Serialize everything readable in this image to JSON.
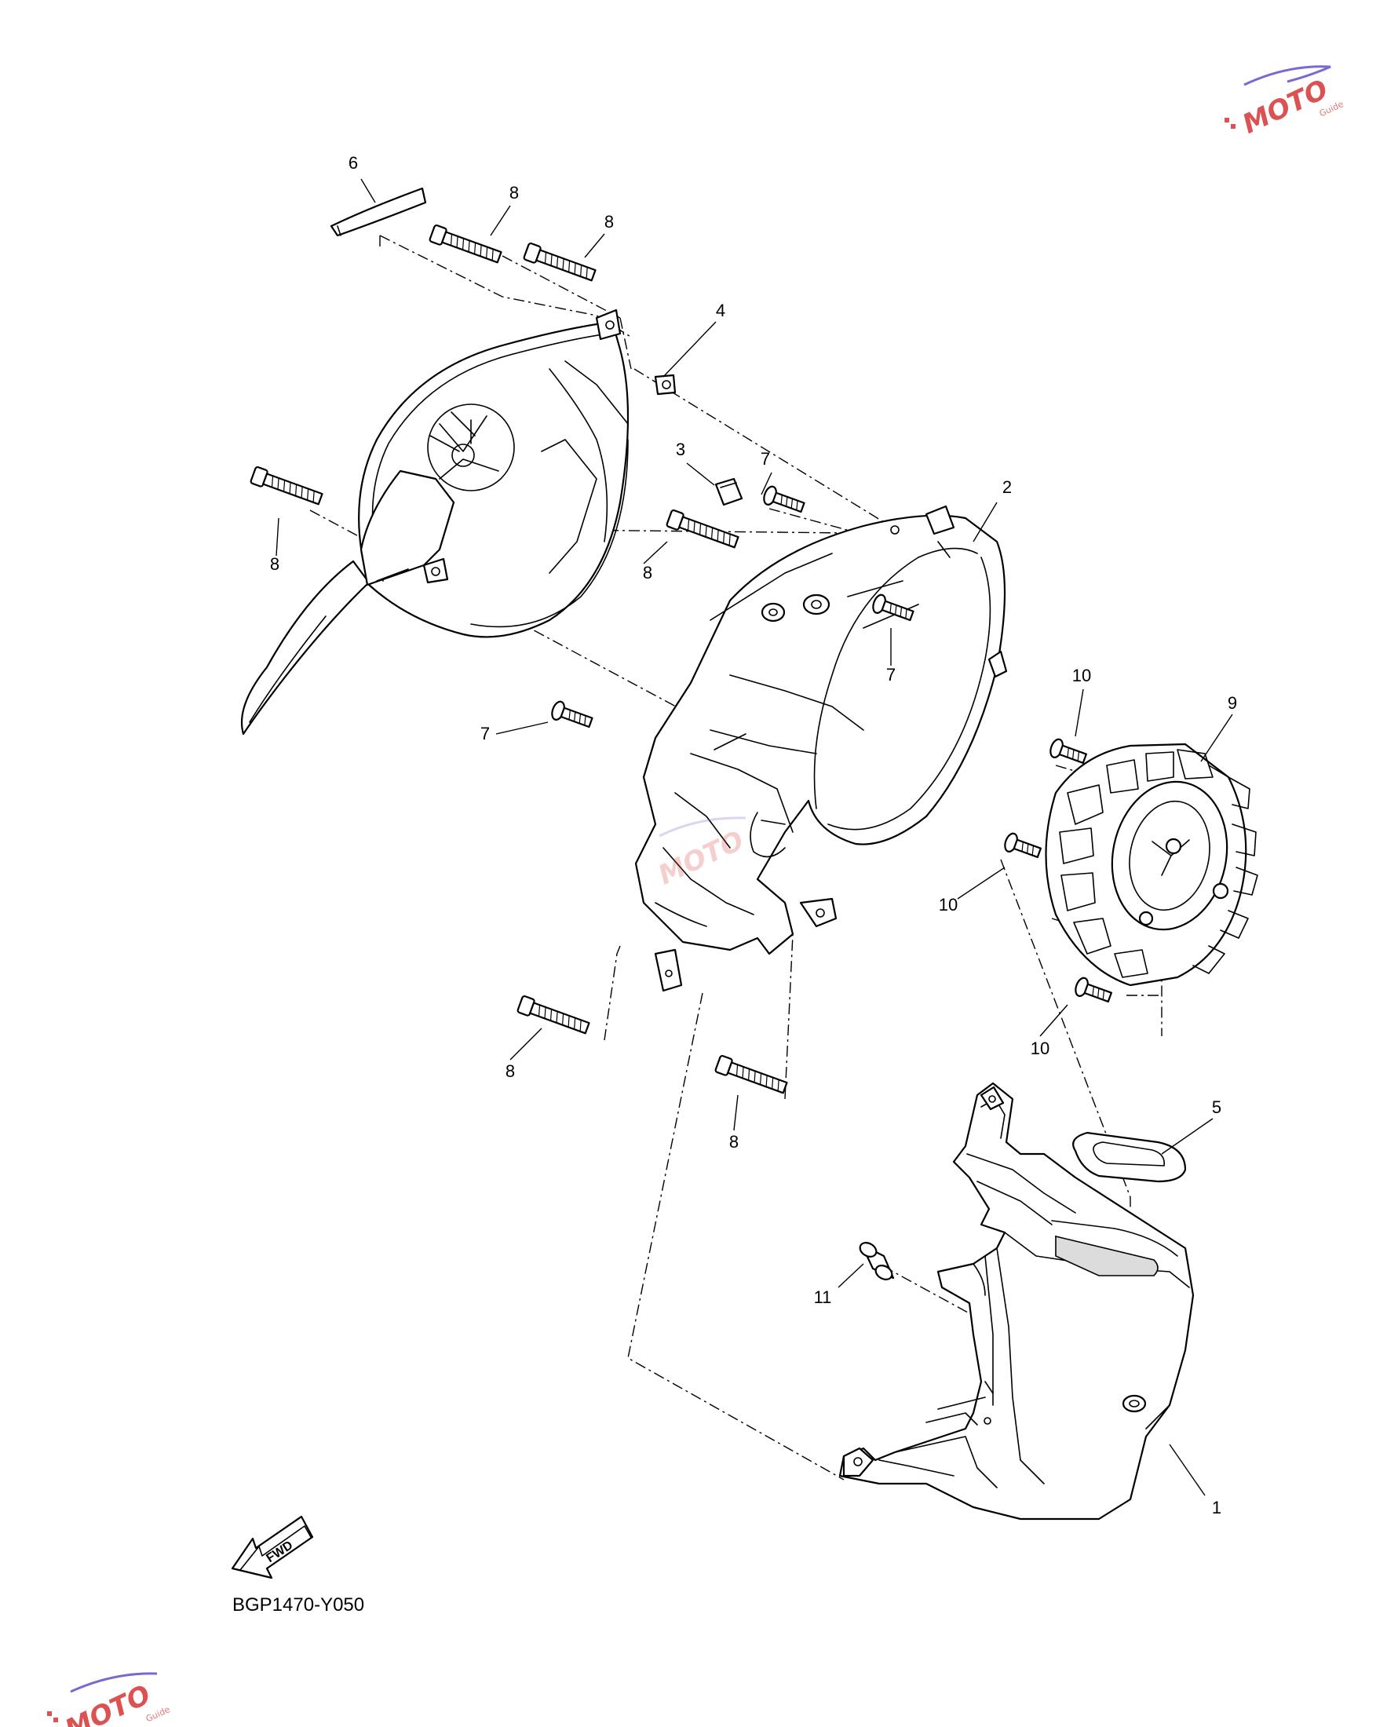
{
  "callouts": [
    {
      "id": "c6",
      "text": "6"
    },
    {
      "id": "c8a",
      "text": "8"
    },
    {
      "id": "c8b",
      "text": "8"
    },
    {
      "id": "c4",
      "text": "4"
    },
    {
      "id": "c3",
      "text": "3"
    },
    {
      "id": "c7a",
      "text": "7"
    },
    {
      "id": "c2",
      "text": "2"
    },
    {
      "id": "c8c",
      "text": "8"
    },
    {
      "id": "c8d",
      "text": "8"
    },
    {
      "id": "c7b",
      "text": "7"
    },
    {
      "id": "c10a",
      "text": "10"
    },
    {
      "id": "c9",
      "text": "9"
    },
    {
      "id": "c7c",
      "text": "7"
    },
    {
      "id": "c10b",
      "text": "10"
    },
    {
      "id": "c10c",
      "text": "10"
    },
    {
      "id": "c8e",
      "text": "8"
    },
    {
      "id": "c8f",
      "text": "8"
    },
    {
      "id": "c5",
      "text": "5"
    },
    {
      "id": "c11",
      "text": "11"
    },
    {
      "id": "c1",
      "text": "1"
    }
  ],
  "fwd_label": "FWD",
  "diagram_code": "BGP1470-Y050",
  "watermark": {
    "brand": "MOTO",
    "sub": "Guide",
    "color": "#d94040",
    "accent": "#6a5acd"
  }
}
